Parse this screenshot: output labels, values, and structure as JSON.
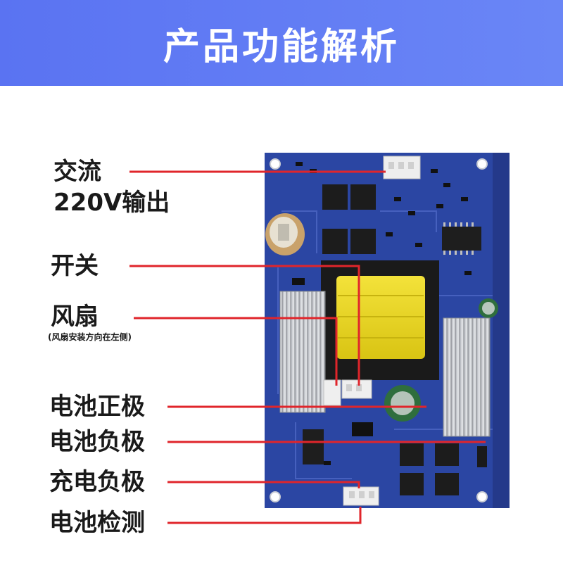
{
  "header": {
    "title": "产品功能解析"
  },
  "labels": {
    "ac_output_line1": "交流",
    "ac_output_line2": "220V输出",
    "switch": "开关",
    "fan": "风扇",
    "fan_note": "(风扇安装方向在左侧)",
    "battery_positive": "电池正极",
    "battery_negative": "电池负极",
    "charge_negative": "充电负极",
    "battery_detect": "电池检测"
  },
  "colors": {
    "banner": "#5a73f2",
    "pcb": "#2b46a3",
    "transformer_core": "#e8d51c",
    "leader_line": "#e0252b"
  }
}
